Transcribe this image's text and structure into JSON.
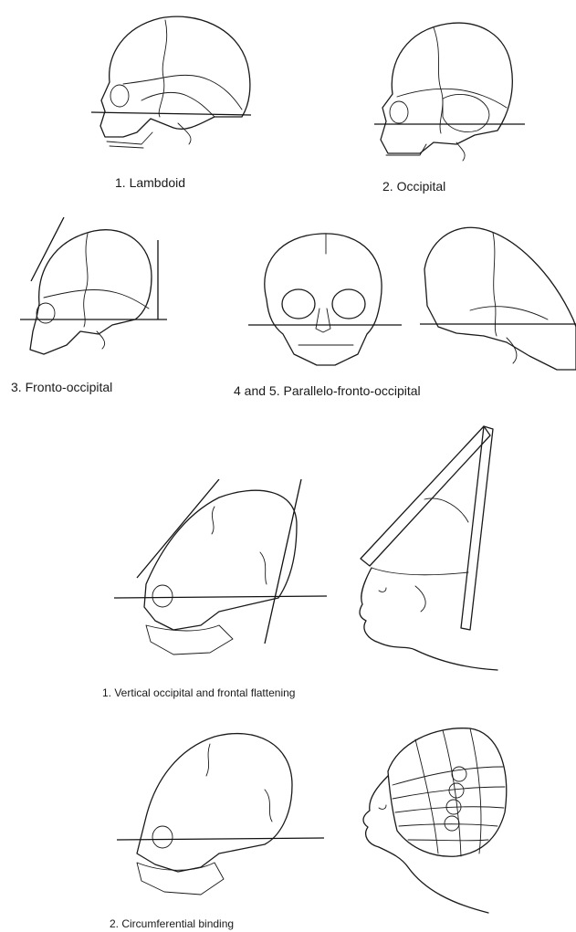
{
  "captions": {
    "lambdoid": "1. Lambdoid",
    "occipital": "2. Occipital",
    "fronto_occipital": "3. Fronto-occipital",
    "parallelo": "4 and 5. Parallelo-fronto-occipital",
    "vertical": "1. Vertical occipital and frontal flattening",
    "circumferential": "2. Circumferential binding"
  }
}
